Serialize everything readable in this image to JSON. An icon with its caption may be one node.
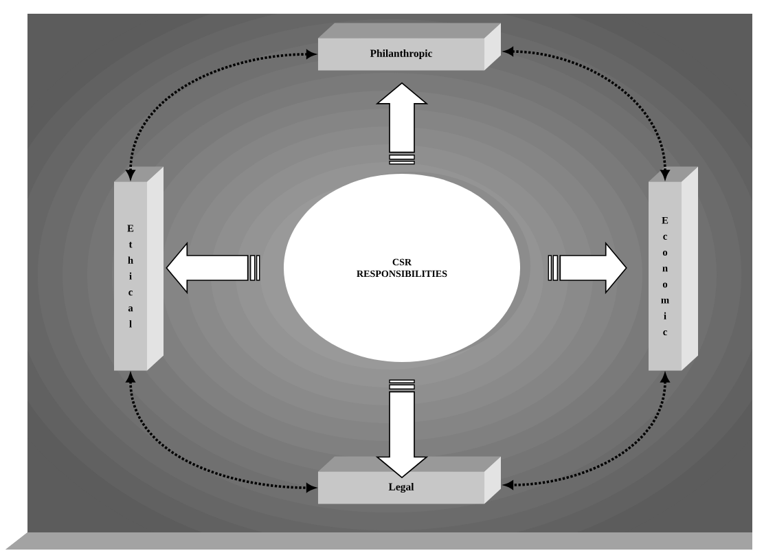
{
  "diagram": {
    "nodes": [
      {
        "text": [
          "Philanthropic"
        ]
      },
      {
        "text": [
          "Ethical"
        ]
      },
      {
        "text": [
          "CSR RESPONSIBILITIES"
        ]
      },
      {
        "text": [
          "Economic"
        ]
      },
      {
        "text": [
          "Legal"
        ]
      }
    ],
    "edges": [
      {
        "from": 2,
        "to": 0,
        "arrow": "to",
        "style": "thick"
      },
      {
        "from": 2,
        "to": 1,
        "arrow": "to",
        "style": "thick"
      },
      {
        "from": 2,
        "to": 3,
        "arrow": "to",
        "style": "thick"
      },
      {
        "from": 2,
        "to": 4,
        "arrow": "to",
        "style": "thick"
      },
      {
        "from": 0,
        "to": 1,
        "arrow": "both",
        "style": "dashed"
      },
      {
        "from": 0,
        "to": 3,
        "arrow": "both",
        "style": "dashed"
      },
      {
        "from": 1,
        "to": 4,
        "arrow": "both",
        "style": "dashed"
      },
      {
        "from": 3,
        "to": 4,
        "arrow": "both",
        "style": "dashed"
      }
    ]
  }
}
